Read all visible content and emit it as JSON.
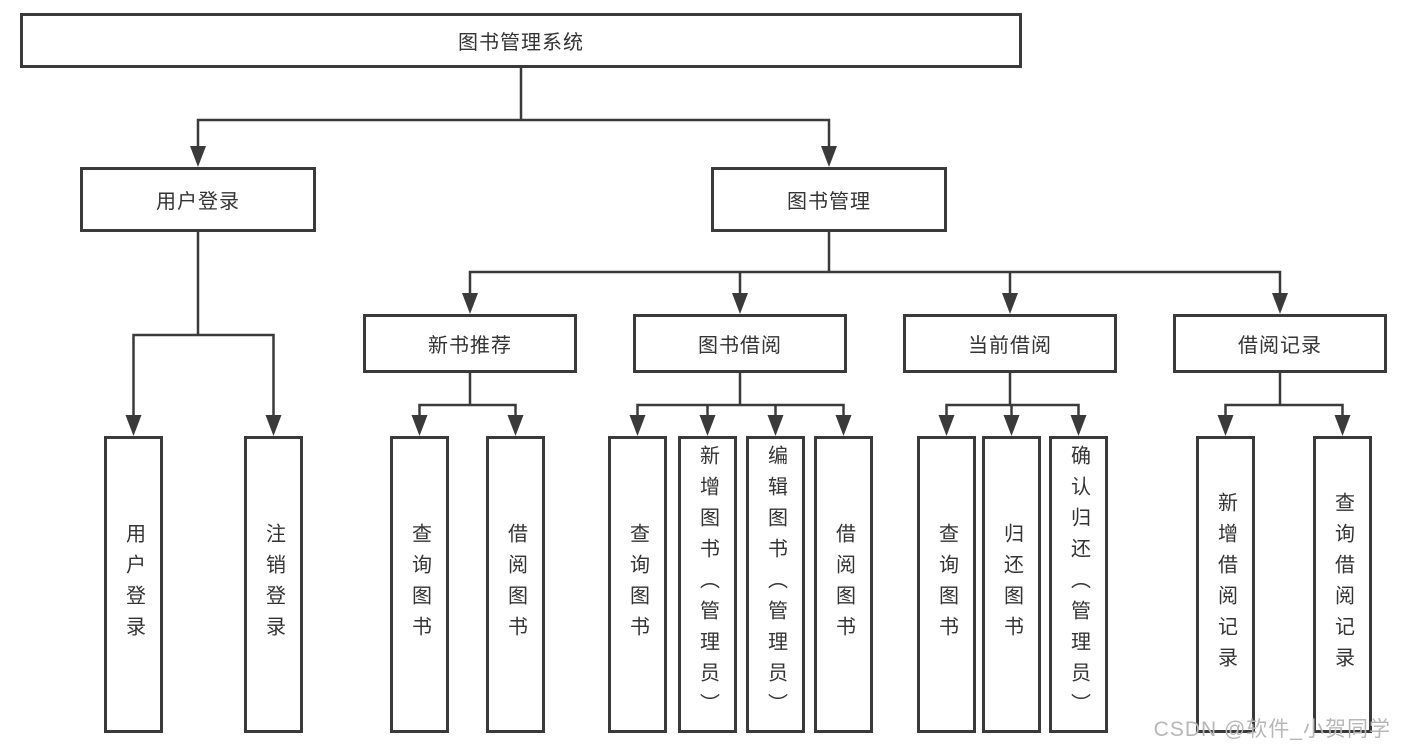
{
  "diagram": {
    "type": "hierarchy-tree",
    "nodes": {
      "root": "图书管理系统",
      "level2": [
        "用户登录",
        "图书管理"
      ],
      "level3": [
        "新书推荐",
        "图书借阅",
        "当前借阅",
        "借阅记录"
      ],
      "leaves_user_login": [
        "用户登录",
        "注销登录"
      ],
      "leaves_new_book": [
        "查询图书",
        "借阅图书"
      ],
      "leaves_book_borrow": [
        "查询图书",
        "新增图书（管理员）",
        "编辑图书（管理员）",
        "借阅图书"
      ],
      "leaves_current_borrow": [
        "查询图书",
        "归还图书",
        "确认归还（管理员）"
      ],
      "leaves_borrow_records": [
        "新增借阅记录",
        "查询借阅记录"
      ]
    },
    "edges": [
      {
        "from": "图书管理系统",
        "to": [
          "用户登录",
          "图书管理"
        ]
      },
      {
        "from": "用户登录",
        "to": [
          "用户登录",
          "注销登录"
        ]
      },
      {
        "from": "图书管理",
        "to": [
          "新书推荐",
          "图书借阅",
          "当前借阅",
          "借阅记录"
        ]
      },
      {
        "from": "新书推荐",
        "to": [
          "查询图书",
          "借阅图书"
        ]
      },
      {
        "from": "图书借阅",
        "to": [
          "查询图书",
          "新增图书（管理员）",
          "编辑图书（管理员）",
          "借阅图书"
        ]
      },
      {
        "from": "当前借阅",
        "to": [
          "查询图书",
          "归还图书",
          "确认归还（管理员）"
        ]
      },
      {
        "from": "借阅记录",
        "to": [
          "新增借阅记录",
          "查询借阅记录"
        ]
      }
    ],
    "colors": {
      "line": "#3a3a3a",
      "box_border": "#3a3a3a",
      "box_fill": "#ffffff",
      "text": "#333333",
      "watermark": "#b7b7b7",
      "background": "#ffffff"
    }
  },
  "watermark": "CSDN @软件_小贺同学"
}
